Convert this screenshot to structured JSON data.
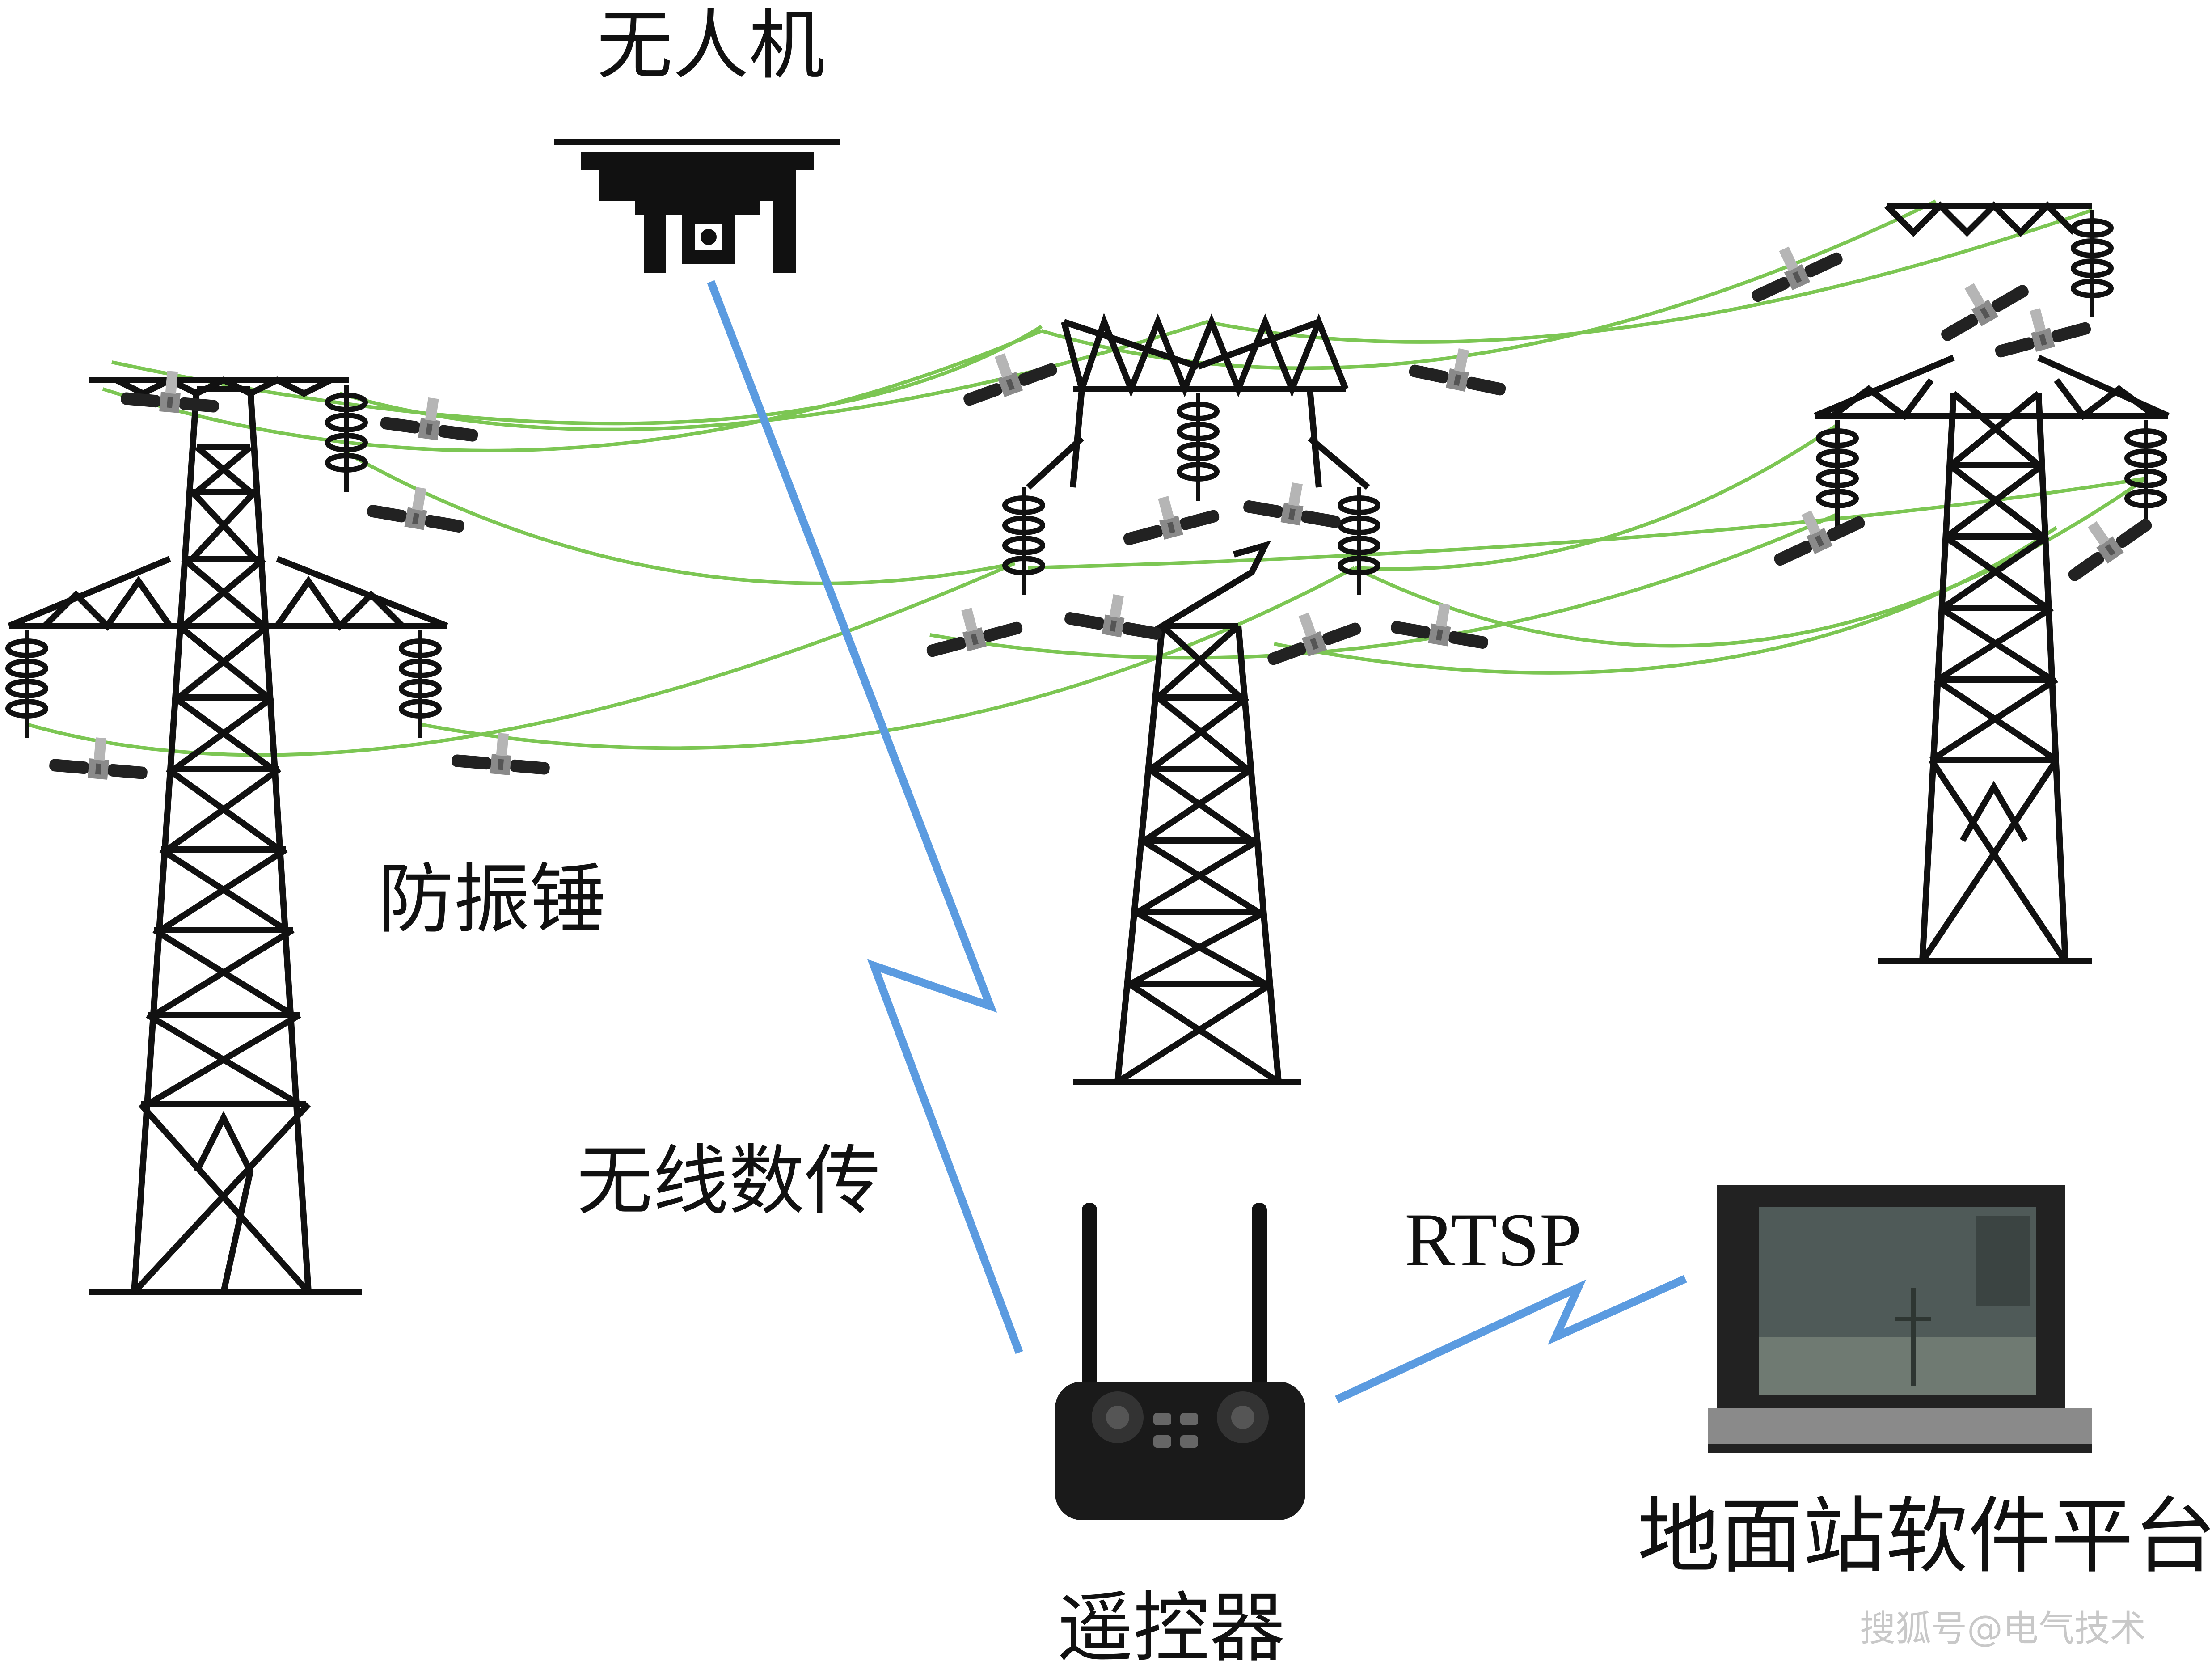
{
  "labels": {
    "drone": "无人机",
    "damper": "防振锤",
    "wireless": "无线数传",
    "rtsp": "RTSP",
    "controller": "遥控器",
    "ground_station": "地面站软件平台"
  },
  "watermark": "搜狐号@电气技术",
  "colors": {
    "wire": "#7cc653",
    "link": "#5b9be0",
    "structure": "#111111"
  },
  "icons": [
    "drone-icon",
    "power-tower-icon",
    "insulator-icon",
    "damper-icon",
    "remote-controller-icon",
    "laptop-icon"
  ]
}
